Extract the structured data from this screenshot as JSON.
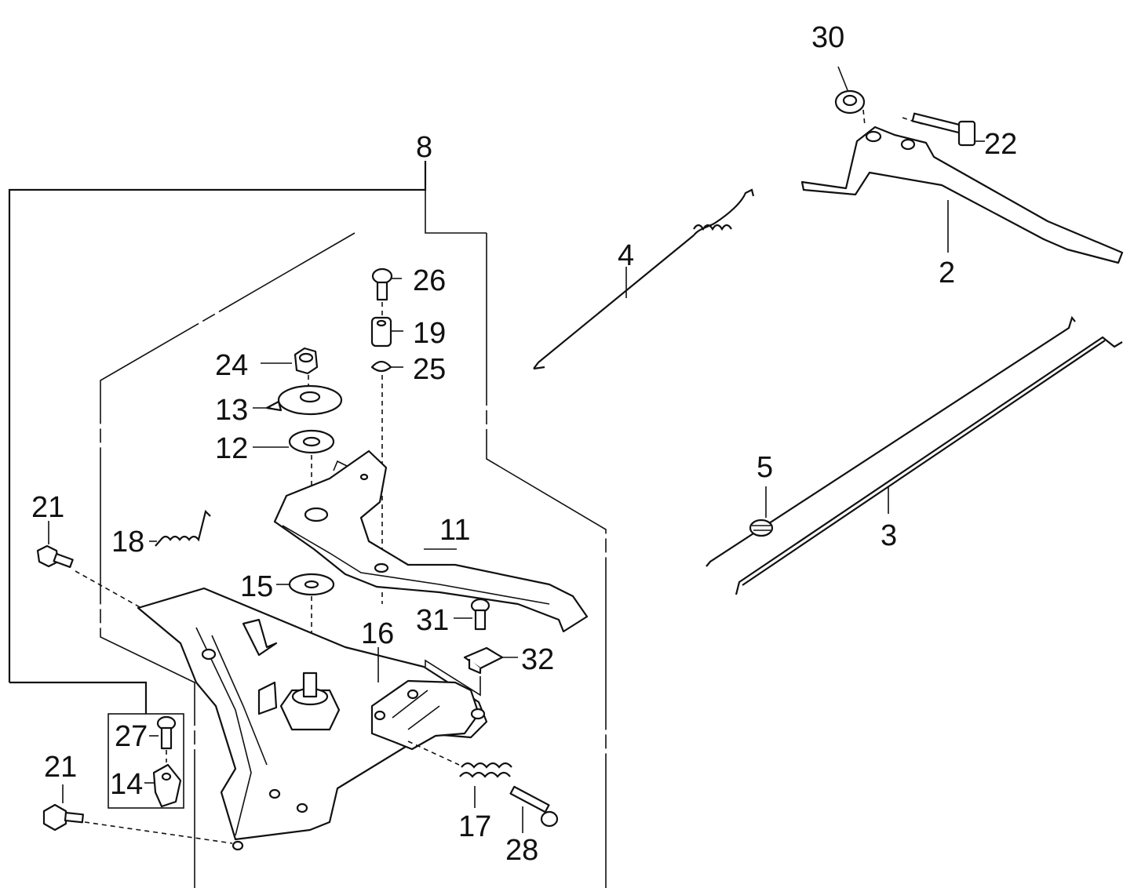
{
  "labels": {
    "p2": "2",
    "p3": "3",
    "p4": "4",
    "p5": "5",
    "p8": "8",
    "p11": "11",
    "p12": "12",
    "p13": "13",
    "p14": "14",
    "p15": "15",
    "p16": "16",
    "p17": "17",
    "p18": "18",
    "p19": "19",
    "p21a": "21",
    "p21b": "21",
    "p22": "22",
    "p24": "24",
    "p25": "25",
    "p26": "26",
    "p27": "27",
    "p28": "28",
    "p30": "30",
    "p31": "31",
    "p32": "32"
  },
  "colors": {
    "ink": "#111111",
    "paper": "#ffffff"
  }
}
